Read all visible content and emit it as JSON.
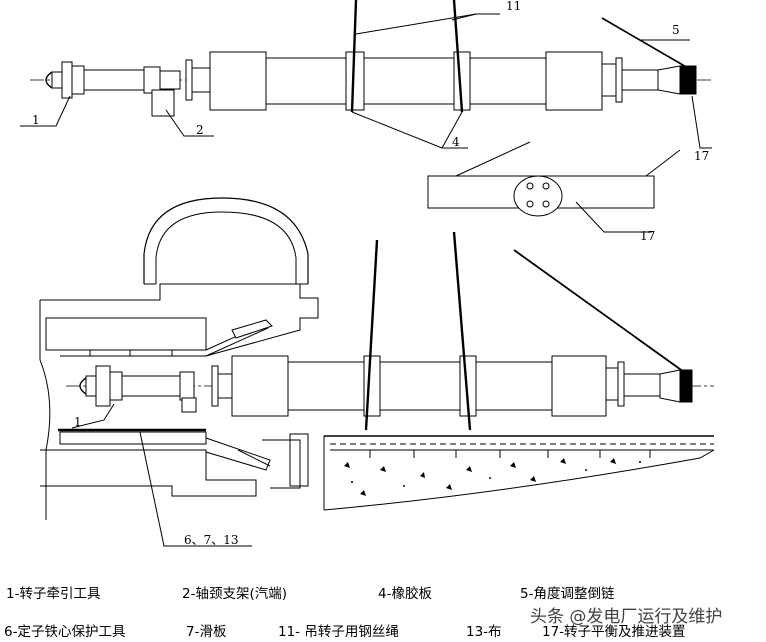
{
  "callouts": {
    "c1_top": "1",
    "c2": "2",
    "c4": "4",
    "c5": "5",
    "c11": "11",
    "c17_top": "17",
    "c17_mid": "17",
    "c1_bottom": "1",
    "c6_7_13": "6、7、13"
  },
  "legend": {
    "l1": "1-转子牵引工具",
    "l2": "2-轴颈支架(汽端)",
    "l4": "4-橡胶板",
    "l5": "5-角度调整倒链",
    "l6": "6-定子铁心保护工具",
    "l7": "7-滑板",
    "l11": "11- 吊转子用钢丝绳",
    "l13": "13-布",
    "l17": "17-转子平衡及推进装置"
  },
  "watermark": "头条 @发电厂运行及维护"
}
